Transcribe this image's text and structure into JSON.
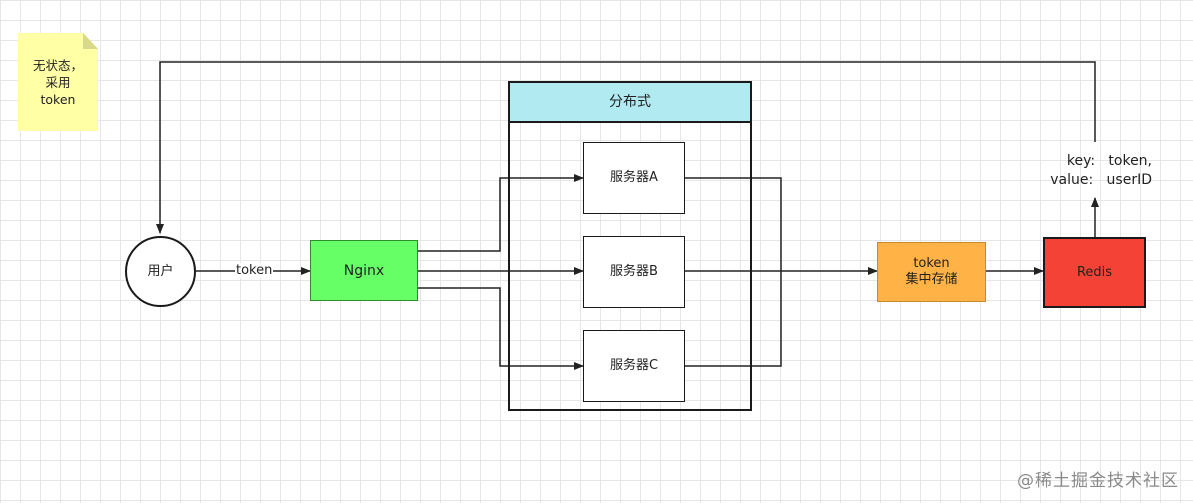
{
  "note": {
    "text": "无状态，\n采用\ntoken"
  },
  "nodes": {
    "user": "用户",
    "nginx": "Nginx",
    "cluster_title": "分布式",
    "server_a": "服务器A",
    "server_b": "服务器B",
    "server_c": "服务器C",
    "store_line1": "token",
    "store_line2": "集中存储",
    "redis": "Redis"
  },
  "edge_labels": {
    "user_to_nginx": "token",
    "kv_line1": "key:   token,",
    "kv_line2": "value:   userID"
  },
  "watermark": "@稀土掘金技术社区",
  "colors": {
    "nginx": "#66ff66",
    "cluster_header": "#b1ebf1",
    "store": "#ffb347",
    "redis": "#f44336",
    "note": "#ffffa6"
  }
}
